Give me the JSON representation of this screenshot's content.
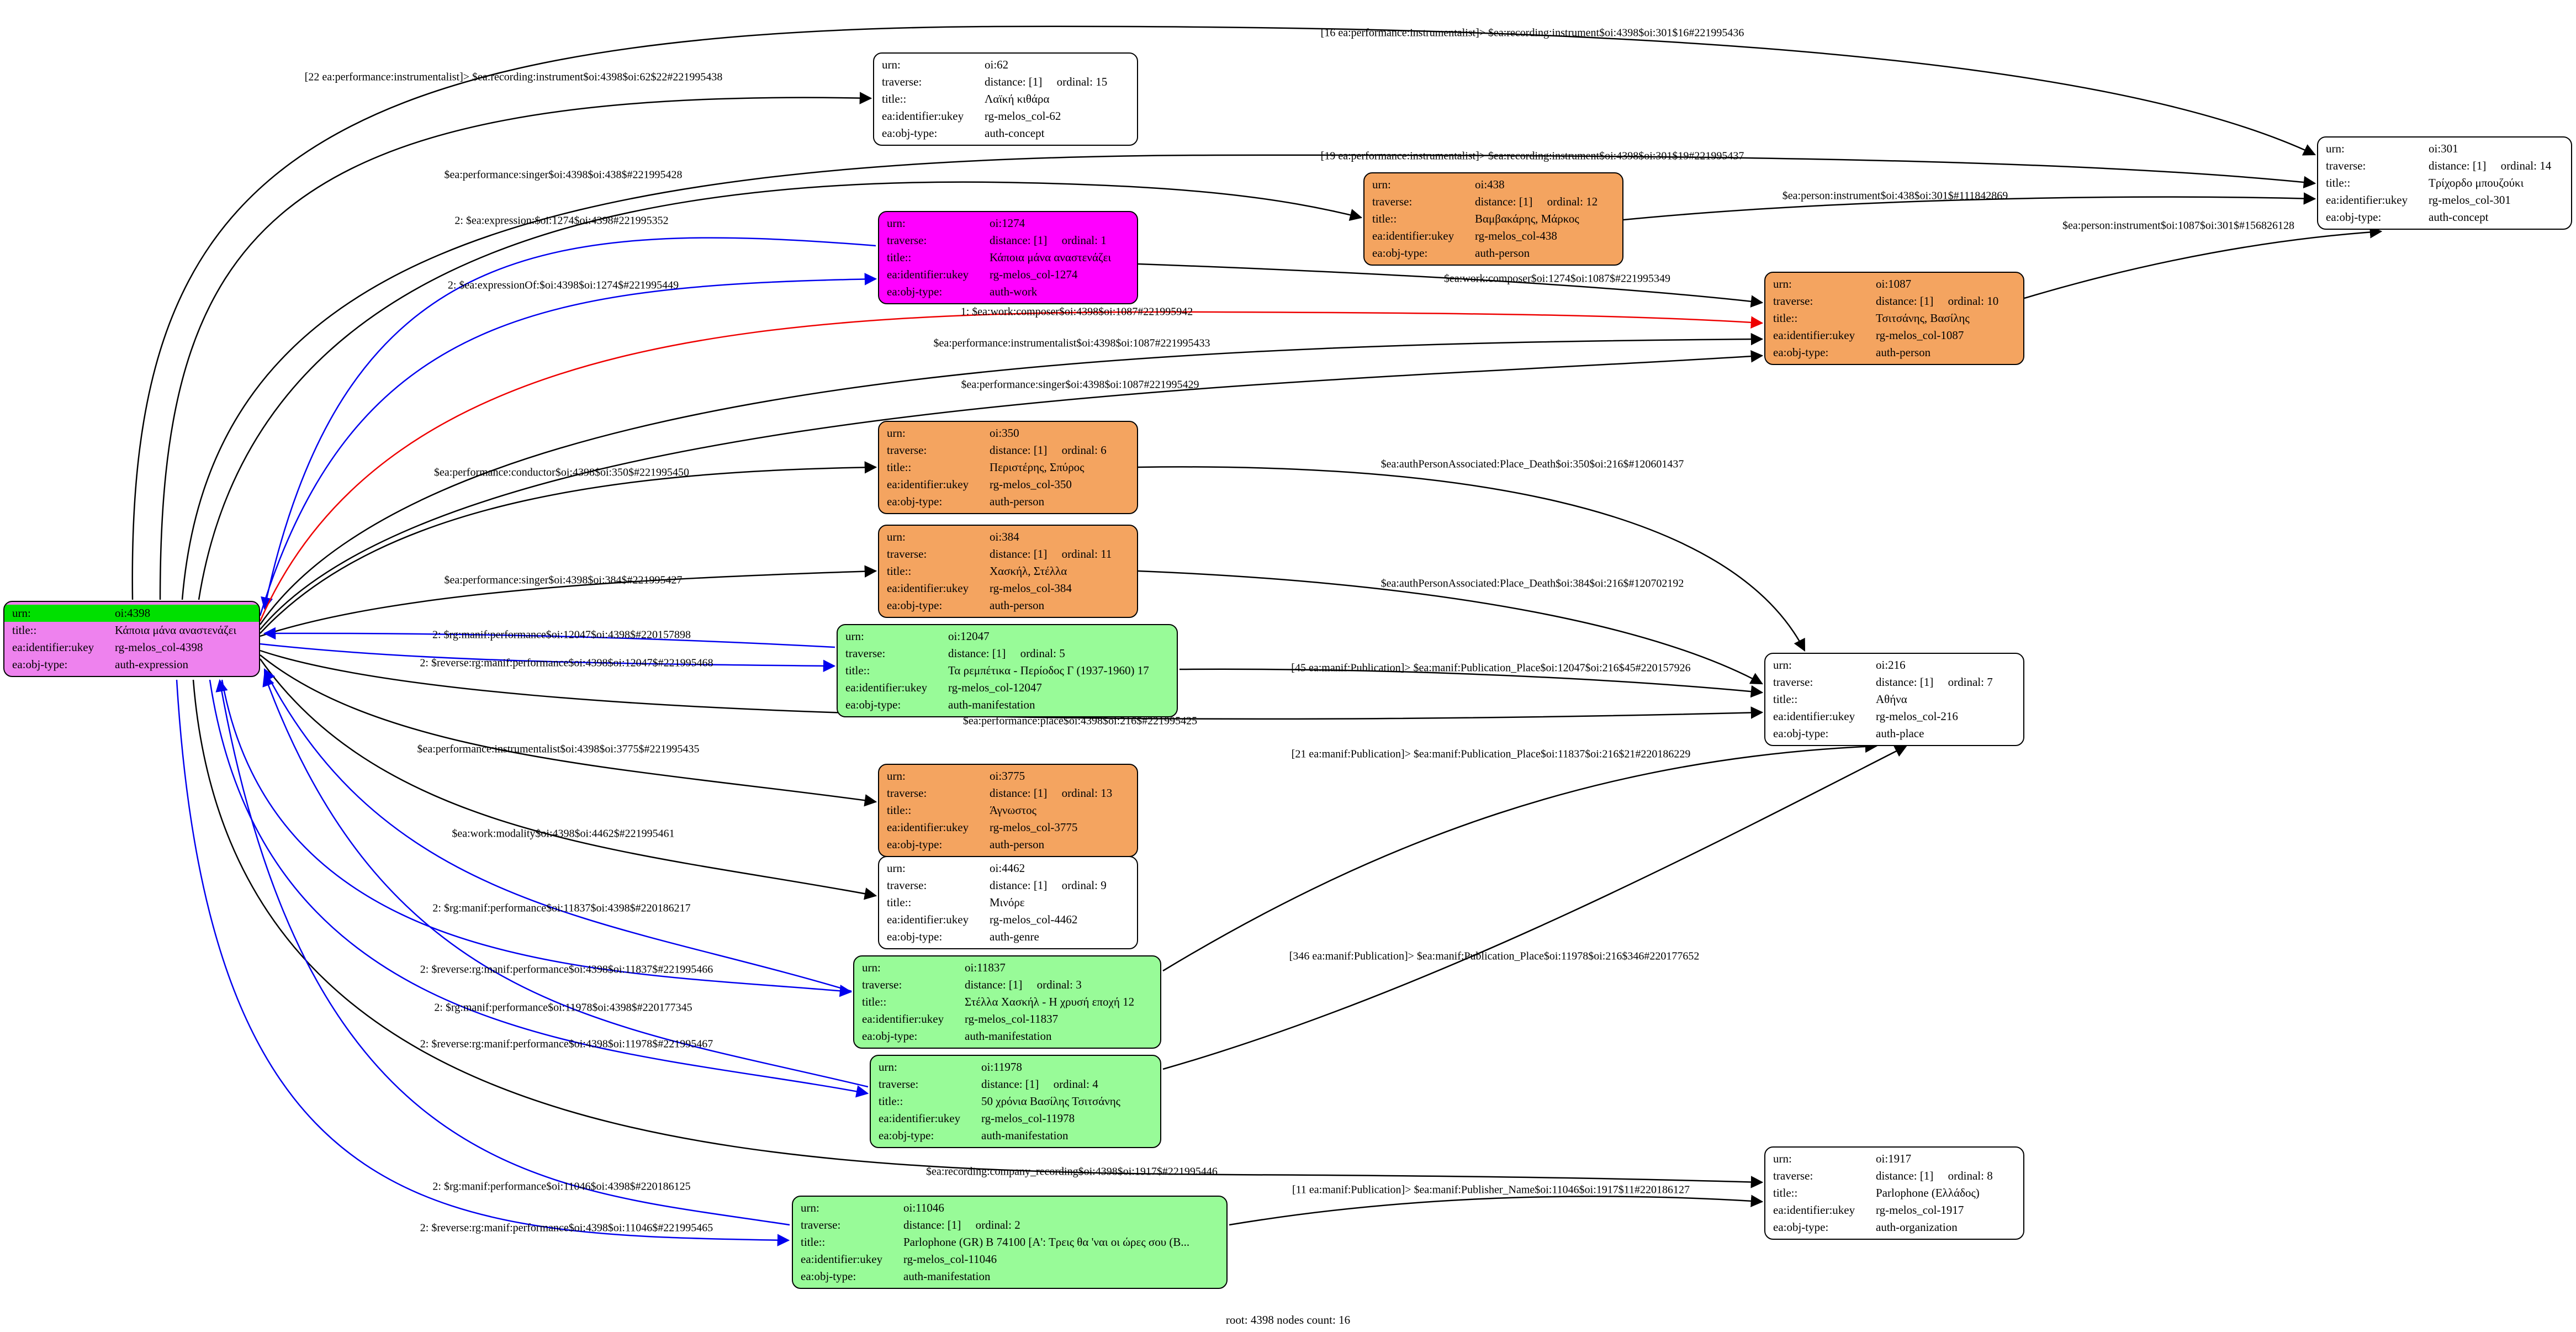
{
  "footer": "root: 4398 nodes count: 16",
  "row_keys": {
    "urn": "urn:",
    "traverse": "traverse:",
    "title": "title::",
    "ukey": "ea:identifier:ukey",
    "objtype": "ea:obj-type:"
  },
  "palette": {
    "expression": "#ee82ee",
    "work": "#ff00ff",
    "person": "#f4a460",
    "manifestation": "#98fb98",
    "plain": "#ffffff",
    "root_urn_highlight": "#00e000",
    "edge_black": "#000000",
    "edge_blue": "#0000ee",
    "edge_red": "#ee0000"
  },
  "nodes": [
    {
      "id": "oi-4398",
      "urn": "oi:4398",
      "traverse": null,
      "title": "Κάποια μάνα αναστενάζει",
      "ukey": "rg-melos_col-4398",
      "objtype": "auth-expression",
      "fill": "#ee82ee",
      "urn_fill": "#00e000"
    },
    {
      "id": "oi-62",
      "urn": "oi:62",
      "traverse": "distance: [1]     ordinal: 15",
      "title": "Λαϊκή κιθάρα",
      "ukey": "rg-melos_col-62",
      "objtype": "auth-concept",
      "fill": "#ffffff"
    },
    {
      "id": "oi-1274",
      "urn": "oi:1274",
      "traverse": "distance: [1]     ordinal: 1",
      "title": "Κάποια μάνα αναστενάζει",
      "ukey": "rg-melos_col-1274",
      "objtype": "auth-work",
      "fill": "#ff00ff"
    },
    {
      "id": "oi-438",
      "urn": "oi:438",
      "traverse": "distance: [1]     ordinal: 12",
      "title": "Βαμβακάρης, Μάρκος",
      "ukey": "rg-melos_col-438",
      "objtype": "auth-person",
      "fill": "#f4a460"
    },
    {
      "id": "oi-1087",
      "urn": "oi:1087",
      "traverse": "distance: [1]     ordinal: 10",
      "title": "Τσιτσάνης, Βασίλης",
      "ukey": "rg-melos_col-1087",
      "objtype": "auth-person",
      "fill": "#f4a460"
    },
    {
      "id": "oi-301",
      "urn": "oi:301",
      "traverse": "distance: [1]     ordinal: 14",
      "title": "Τρίχορδο μπουζούκι",
      "ukey": "rg-melos_col-301",
      "objtype": "auth-concept",
      "fill": "#ffffff"
    },
    {
      "id": "oi-350",
      "urn": "oi:350",
      "traverse": "distance: [1]     ordinal: 6",
      "title": "Περιστέρης, Σπύρος",
      "ukey": "rg-melos_col-350",
      "objtype": "auth-person",
      "fill": "#f4a460"
    },
    {
      "id": "oi-384",
      "urn": "oi:384",
      "traverse": "distance: [1]     ordinal: 11",
      "title": "Χασκήλ, Στέλλα",
      "ukey": "rg-melos_col-384",
      "objtype": "auth-person",
      "fill": "#f4a460"
    },
    {
      "id": "oi-12047",
      "urn": "oi:12047",
      "traverse": "distance: [1]     ordinal: 5",
      "title": "Τα ρεμπέτικα - Περίοδος Γ (1937-1960) 17",
      "ukey": "rg-melos_col-12047",
      "objtype": "auth-manifestation",
      "fill": "#98fb98"
    },
    {
      "id": "oi-216",
      "urn": "oi:216",
      "traverse": "distance: [1]     ordinal: 7",
      "title": "Αθήνα",
      "ukey": "rg-melos_col-216",
      "objtype": "auth-place",
      "fill": "#ffffff"
    },
    {
      "id": "oi-3775",
      "urn": "oi:3775",
      "traverse": "distance: [1]     ordinal: 13",
      "title": "Άγνωστος",
      "ukey": "rg-melos_col-3775",
      "objtype": "auth-person",
      "fill": "#f4a460"
    },
    {
      "id": "oi-4462",
      "urn": "oi:4462",
      "traverse": "distance: [1]     ordinal: 9",
      "title": "Μινόρε",
      "ukey": "rg-melos_col-4462",
      "objtype": "auth-genre",
      "fill": "#ffffff"
    },
    {
      "id": "oi-11837",
      "urn": "oi:11837",
      "traverse": "distance: [1]     ordinal: 3",
      "title": "Στέλλα Χασκήλ - Η χρυσή εποχή 12",
      "ukey": "rg-melos_col-11837",
      "objtype": "auth-manifestation",
      "fill": "#98fb98"
    },
    {
      "id": "oi-11978",
      "urn": "oi:11978",
      "traverse": "distance: [1]     ordinal: 4",
      "title": "50 χρόνια Βασίλης Τσιτσάνης",
      "ukey": "rg-melos_col-11978",
      "objtype": "auth-manifestation",
      "fill": "#98fb98"
    },
    {
      "id": "oi-1917",
      "urn": "oi:1917",
      "traverse": "distance: [1]     ordinal: 8",
      "title": "Parlophone (Ελλάδος)",
      "ukey": "rg-melos_col-1917",
      "objtype": "auth-organization",
      "fill": "#ffffff"
    },
    {
      "id": "oi-11046",
      "urn": "oi:11046",
      "traverse": "distance: [1]     ordinal: 2",
      "title": "Parlophone (GR) B 74100 [Α': Τρεις θα 'ναι οι ώρες σου (Β...",
      "ukey": "rg-melos_col-11046",
      "objtype": "auth-manifestation",
      "fill": "#98fb98"
    }
  ],
  "edges": [
    {
      "id": "e1",
      "label": "[16 ea:performance:instrumentalist]> $ea:recording:instrument$oi:4398$oi:301$16#221995436",
      "color": "#000000"
    },
    {
      "id": "e2",
      "label": "[22 ea:performance:instrumentalist]> $ea:recording:instrument$oi:4398$oi:62$22#221995438",
      "color": "#000000"
    },
    {
      "id": "e3",
      "label": "[19 ea:performance:instrumentalist]> $ea:recording:instrument$oi:4398$oi:301$19#221995437",
      "color": "#000000"
    },
    {
      "id": "e4",
      "label": "$ea:performance:singer$oi:4398$oi:438$#221995428",
      "color": "#000000"
    },
    {
      "id": "e5",
      "label": "2: $ea:expression:$oi:1274$oi:4398#221995352",
      "color": "#0000ee"
    },
    {
      "id": "e6",
      "label": "2: $ea:expressionOf:$oi:4398$oi:1274$#221995449",
      "color": "#0000ee"
    },
    {
      "id": "e7",
      "label": "1: $ea:work:composer$oi:4398$oi:1087#221995942",
      "color": "#ee0000"
    },
    {
      "id": "e8",
      "label": "$ea:work:composer$oi:1274$oi:1087$#221995349",
      "color": "#000000"
    },
    {
      "id": "e9",
      "label": "$ea:performance:instrumentalist$oi:4398$oi:1087#221995433",
      "color": "#000000"
    },
    {
      "id": "e10",
      "label": "$ea:performance:singer$oi:4398$oi:1087#221995429",
      "color": "#000000"
    },
    {
      "id": "e11",
      "label": "$ea:person:instrument$oi:438$oi:301$#111842869",
      "color": "#000000"
    },
    {
      "id": "e12",
      "label": "$ea:person:instrument$oi:1087$oi:301$#156826128",
      "color": "#000000"
    },
    {
      "id": "e13",
      "label": "$ea:performance:conductor$oi:4398$oi:350$#221995450",
      "color": "#000000"
    },
    {
      "id": "e14",
      "label": "$ea:authPersonAssociated:Place_Death$oi:350$oi:216$#120601437",
      "color": "#000000"
    },
    {
      "id": "e15",
      "label": "$ea:performance:singer$oi:4398$oi:384$#221995427",
      "color": "#000000"
    },
    {
      "id": "e16",
      "label": "$ea:authPersonAssociated:Place_Death$oi:384$oi:216$#120702192",
      "color": "#000000"
    },
    {
      "id": "e17",
      "label": "2: $rg:manif:performance$oi:12047$oi:4398$#220157898",
      "color": "#0000ee"
    },
    {
      "id": "e18",
      "label": "2: $reverse:rg:manif:performance$oi:4398$oi:12047$#221995468",
      "color": "#0000ee"
    },
    {
      "id": "e19",
      "label": "[45 ea:manif:Publication]> $ea:manif:Publication_Place$oi:12047$oi:216$45#220157926",
      "color": "#000000"
    },
    {
      "id": "e20",
      "label": "$ea:performance:place$oi:4398$oi:216$#221995425",
      "color": "#000000"
    },
    {
      "id": "e21",
      "label": "[21 ea:manif:Publication]> $ea:manif:Publication_Place$oi:11837$oi:216$21#220186229",
      "color": "#000000"
    },
    {
      "id": "e22",
      "label": "$ea:performance:instrumentalist$oi:4398$oi:3775$#221995435",
      "color": "#000000"
    },
    {
      "id": "e23",
      "label": "$ea:work:modality$oi:4398$oi:4462$#221995461",
      "color": "#000000"
    },
    {
      "id": "e24",
      "label": "2: $rg:manif:performance$oi:11837$oi:4398$#220186217",
      "color": "#0000ee"
    },
    {
      "id": "e25",
      "label": "2: $reverse:rg:manif:performance$oi:4398$oi:11837$#221995466",
      "color": "#0000ee"
    },
    {
      "id": "e26",
      "label": "2: $rg:manif:performance$oi:11978$oi:4398$#220177345",
      "color": "#0000ee"
    },
    {
      "id": "e27",
      "label": "2: $reverse:rg:manif:performance$oi:4398$oi:11978$#221995467",
      "color": "#0000ee"
    },
    {
      "id": "e28",
      "label": "[346 ea:manif:Publication]> $ea:manif:Publication_Place$oi:11978$oi:216$346#220177652",
      "color": "#000000"
    },
    {
      "id": "e29",
      "label": "$ea:recording:company_recording$oi:4398$oi:1917$#221995446",
      "color": "#000000"
    },
    {
      "id": "e30",
      "label": "2: $rg:manif:performance$oi:11046$oi:4398$#220186125",
      "color": "#0000ee"
    },
    {
      "id": "e31",
      "label": "[11 ea:manif:Publication]> $ea:manif:Publisher_Name$oi:11046$oi:1917$11#220186127",
      "color": "#000000"
    },
    {
      "id": "e32",
      "label": "2: $reverse:rg:manif:performance$oi:4398$oi:11046$#221995465",
      "color": "#0000ee"
    }
  ]
}
